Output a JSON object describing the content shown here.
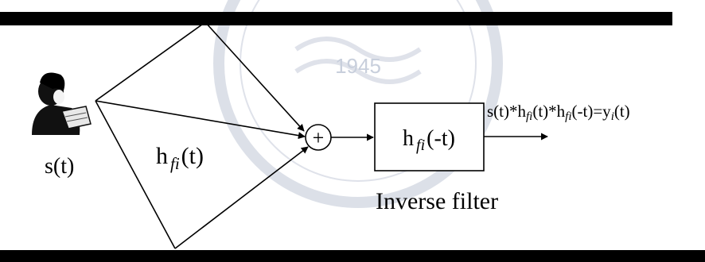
{
  "source_label": "s(t)",
  "channel_label": {
    "main": "h",
    "sub": "fi",
    "arg": "(t)"
  },
  "filter_label": {
    "main": "h",
    "sub": "fi",
    "arg": "(-t)"
  },
  "filter_caption": "Inverse filter",
  "output_label": {
    "p1": "s(t)*h",
    "s1": "fi",
    "p2": "(t)*h",
    "s2": "fi",
    "p3": "(-t)=y",
    "s3": "i",
    "p4": "(t)"
  },
  "summer_symbol": "+",
  "watermark": {
    "year": "1945"
  }
}
